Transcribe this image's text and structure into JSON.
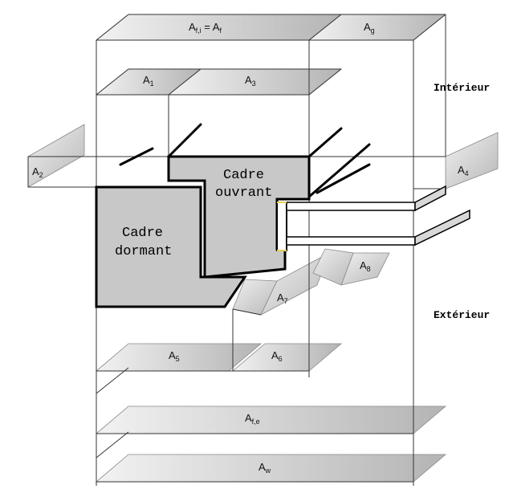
{
  "labels": {
    "a_fi": "A",
    "a_fi_sub": "f,i",
    "a_fi_rest": " = A",
    "a_fi_rest_sub": "f",
    "a_g": "A",
    "a_g_sub": "g",
    "a_1": "A",
    "a_1_sub": "1",
    "a_3": "A",
    "a_3_sub": "3",
    "a_2": "A",
    "a_2_sub": "2",
    "a_4": "A",
    "a_4_sub": "4",
    "a_5": "A",
    "a_5_sub": "5",
    "a_6": "A",
    "a_6_sub": "6",
    "a_7": "A",
    "a_7_sub": "7",
    "a_8": "A",
    "a_8_sub": "8",
    "a_fe": "A",
    "a_fe_sub": "f,e",
    "a_w": "A",
    "a_w_sub": "w"
  },
  "frames": {
    "cadre_ouvrant_line1": "Cadre",
    "cadre_ouvrant_line2": "ouvrant",
    "cadre_dormant_line1": "Cadre",
    "cadre_dormant_line2": "dormant"
  },
  "sides": {
    "interieur": "Intérieur",
    "exterieur": "Extérieur"
  },
  "colors": {
    "frame_fill": "#c8c8c8",
    "panel_light": "#eeeeee",
    "panel_dark": "#b4b4b4",
    "outline": "#000000"
  }
}
